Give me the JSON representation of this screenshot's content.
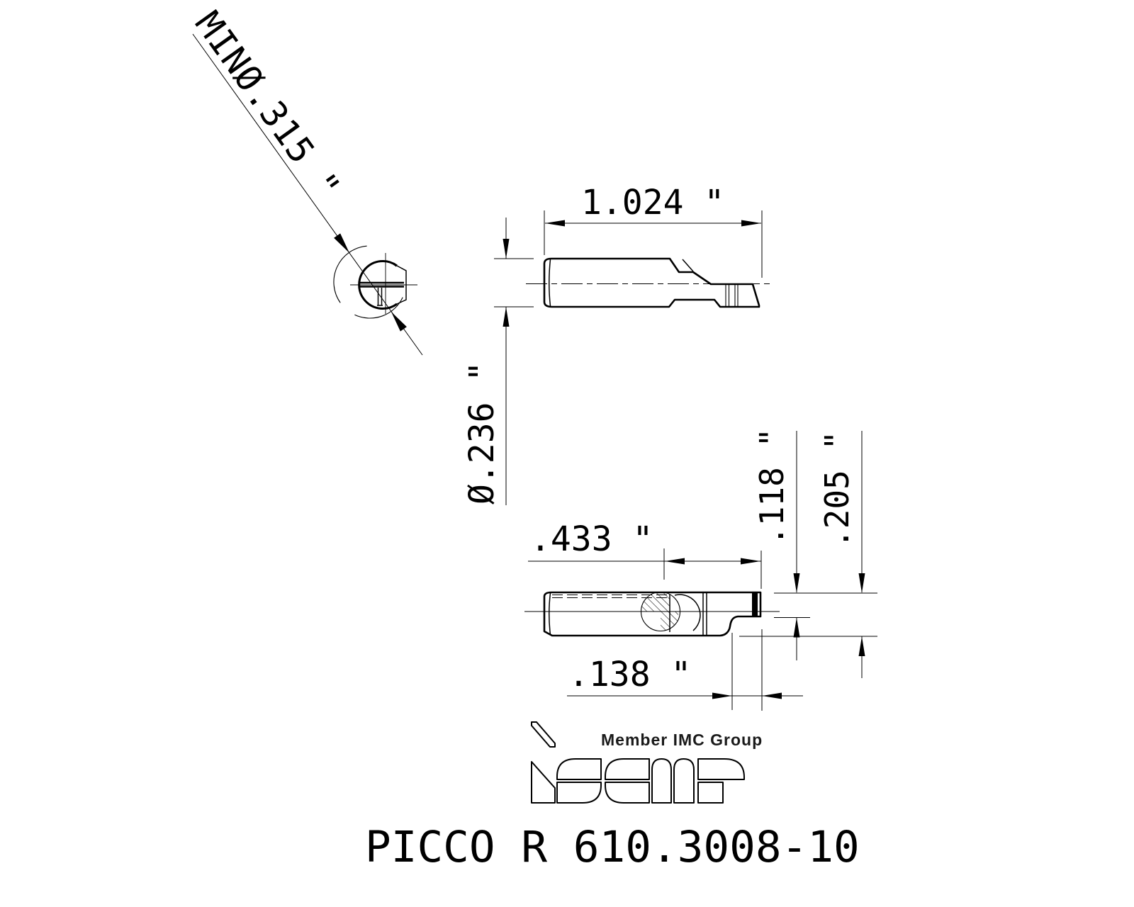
{
  "drawing": {
    "product_code": "PICCO R 610.3008-10",
    "brand": {
      "logo_icon": "iscar-logo",
      "tagline": "Member IMC Group"
    },
    "dimensions": {
      "min_bore_diameter": "MINØ.315 \"",
      "overall_length": "1.024 \"",
      "shank_diameter": "Ø.236 \"",
      "head_length": ".433 \"",
      "cut_depth": ".118 \"",
      "head_height": ".205 \"",
      "tip_length": ".138 \""
    },
    "colors": {
      "line": "#000000",
      "background": "#ffffff"
    }
  }
}
